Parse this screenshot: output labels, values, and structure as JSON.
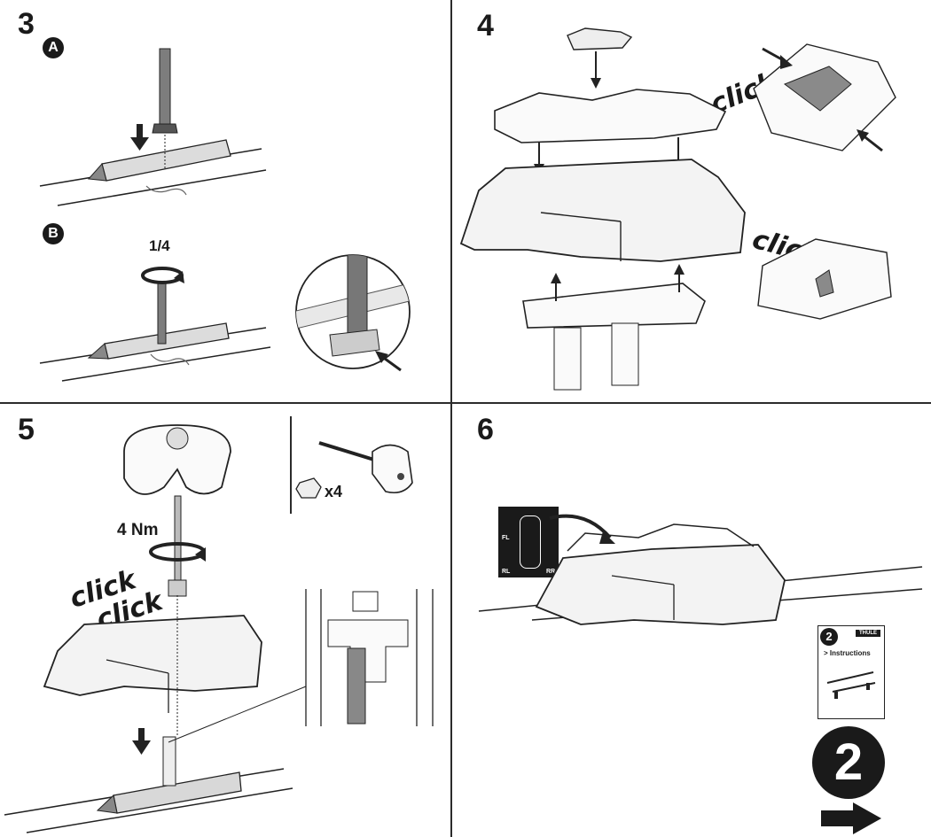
{
  "steps": {
    "s3": {
      "number": "3",
      "sub_a": "A",
      "sub_b": "B",
      "rotation": "1/4"
    },
    "s4": {
      "number": "4",
      "click_1": "click",
      "click_2": "click"
    },
    "s5": {
      "number": "5",
      "torque": "4 Nm",
      "click_1": "click",
      "click_2": "click",
      "quantity": "x4"
    },
    "s6": {
      "number": "6",
      "car_labels": {
        "fl": "FL",
        "rl": "RL",
        "rr": "RR"
      },
      "booklet": {
        "number": "2",
        "text": "> Instructions",
        "brand": "THULE"
      },
      "next_step": "2"
    }
  },
  "icons": [
    "down-arrow-icon",
    "up-arrow-icon",
    "rotate-icon",
    "next-arrow-icon",
    "pointer-arrow-icon"
  ],
  "colors": {
    "ink": "#1a1a1a",
    "line": "#2b2b2b",
    "paper": "#ffffff",
    "fill_light": "#eeeeee",
    "fill_mid": "#bdbdbd"
  }
}
